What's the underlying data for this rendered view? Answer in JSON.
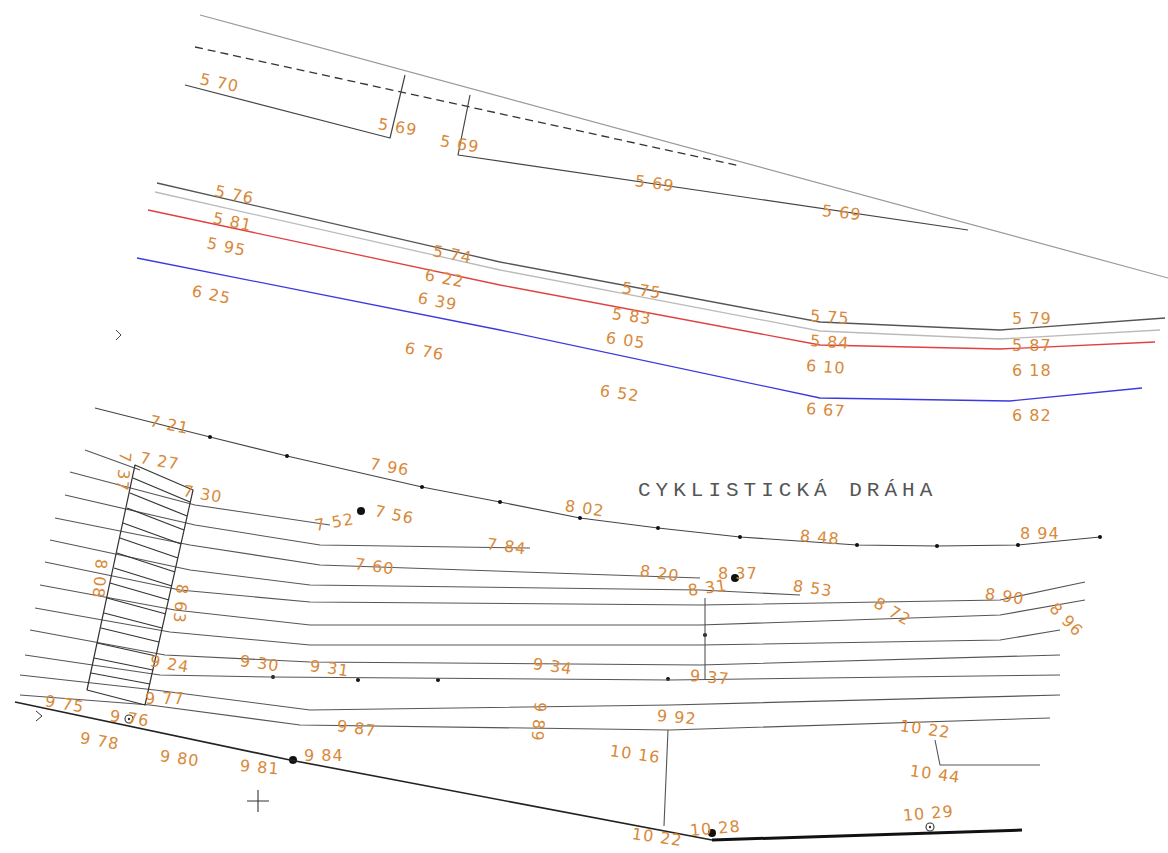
{
  "diagram": {
    "labels": [
      "5 70",
      "5 69",
      "5 69",
      "5 69",
      "5 69",
      "5 76",
      "5 81",
      "5 95",
      "5 74",
      "6 22",
      "6 39",
      "6 25",
      "6 76",
      "5 75",
      "5 83",
      "6 05",
      "6 52",
      "5 75",
      "5 84",
      "6 10",
      "6 67",
      "5 79",
      "5 87",
      "6 18",
      "6 82",
      "7 21",
      "7 96",
      "8 02",
      "8 48",
      "8 94",
      "CYKLISTICKÁ DRÁHA",
      "7 27",
      "7 37",
      "7 30",
      "7 56",
      "7 52",
      "7 84",
      "7 60",
      "8 20",
      "8 37",
      "8 31",
      "8 53",
      "8 90",
      "8 96",
      "8 72",
      "8 08",
      "8 63",
      "9 24",
      "9 30",
      "9 31",
      "9 34",
      "9 37",
      "9 75",
      "9 76",
      "9 77",
      "9 87",
      "9 89",
      "9 92",
      "10 22",
      "9 78",
      "9 80",
      "9 81",
      "9 84",
      "10 16",
      "10 44",
      "10 28",
      "10 29",
      "10 22"
    ]
  }
}
